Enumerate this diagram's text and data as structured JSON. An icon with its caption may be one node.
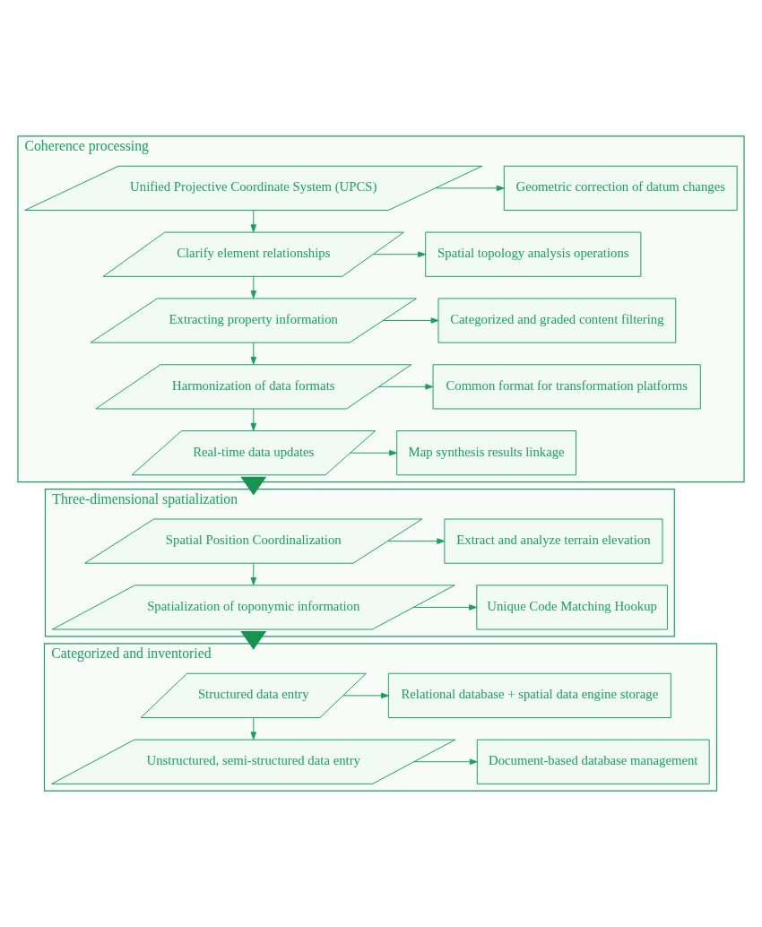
{
  "diagram": {
    "nodes": [
      {
        "text": [
          "Coherence processing"
        ]
      },
      {
        "text": [
          "Unified Projective Coordinate System (UPCS)"
        ],
        "in": 0
      },
      {
        "text": [
          "Geometric correction of datum changes"
        ],
        "in": 0
      },
      {
        "text": [
          "Clarify element relationships"
        ],
        "in": 0
      },
      {
        "text": [
          "Spatial topology analysis operations"
        ],
        "in": 0
      },
      {
        "text": [
          "Extracting property information"
        ],
        "in": 0
      },
      {
        "text": [
          "Categorized and graded content filtering"
        ],
        "in": 0
      },
      {
        "text": [
          "Harmonization of data formats"
        ],
        "in": 0
      },
      {
        "text": [
          "Common format for transformation platforms"
        ],
        "in": 0
      },
      {
        "text": [
          "Real-time data updates"
        ],
        "in": 0
      },
      {
        "text": [
          "Map synthesis results linkage"
        ],
        "in": 0
      },
      {
        "text": [
          "Three-dimensional spatialization"
        ]
      },
      {
        "text": [
          "Spatial Position Coordinalization"
        ],
        "in": 11
      },
      {
        "text": [
          "Extract and analyze terrain elevation"
        ],
        "in": 11
      },
      {
        "text": [
          "Spatialization of toponymic information"
        ],
        "in": 11
      },
      {
        "text": [
          "Unique Code Matching Hookup"
        ],
        "in": 11
      },
      {
        "text": [
          "Categorized and inventoried"
        ]
      },
      {
        "text": [
          "Structured data entry"
        ],
        "in": 16
      },
      {
        "text": [
          "Relational database + spatial data engine storage"
        ],
        "in": 16
      },
      {
        "text": [
          "Unstructured, semi-structured data entry"
        ],
        "in": 16
      },
      {
        "text": [
          "Document-based database management"
        ],
        "in": 16
      }
    ],
    "edges": [
      {
        "from": 1,
        "to": 2,
        "arrow": "to"
      },
      {
        "from": 1,
        "to": 3,
        "arrow": "to"
      },
      {
        "from": 3,
        "to": 4,
        "arrow": "to"
      },
      {
        "from": 3,
        "to": 5,
        "arrow": "to"
      },
      {
        "from": 5,
        "to": 6,
        "arrow": "to"
      },
      {
        "from": 5,
        "to": 7,
        "arrow": "to"
      },
      {
        "from": 7,
        "to": 8,
        "arrow": "to"
      },
      {
        "from": 7,
        "to": 9,
        "arrow": "to"
      },
      {
        "from": 9,
        "to": 10,
        "arrow": "to"
      },
      {
        "from": 0,
        "to": 11,
        "arrow": "to",
        "style": "thick",
        "color": "#17924f"
      },
      {
        "from": 12,
        "to": 13,
        "arrow": "to"
      },
      {
        "from": 12,
        "to": 14,
        "arrow": "to"
      },
      {
        "from": 14,
        "to": 15,
        "arrow": "to"
      },
      {
        "from": 11,
        "to": 16,
        "arrow": "to",
        "style": "thick",
        "color": "#17924f"
      },
      {
        "from": 17,
        "to": 18,
        "arrow": "to"
      },
      {
        "from": 17,
        "to": 19,
        "arrow": "to"
      },
      {
        "from": 19,
        "to": 20,
        "arrow": "to"
      }
    ]
  }
}
